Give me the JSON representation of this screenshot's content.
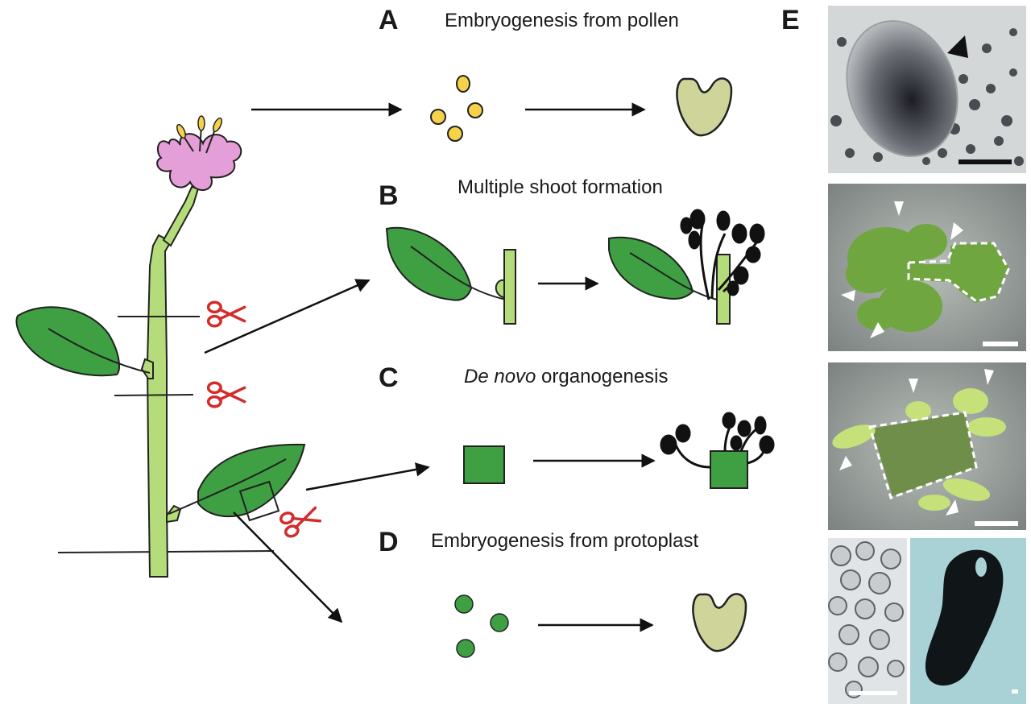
{
  "panels": {
    "A": {
      "letter": "A",
      "title": "Embryogenesis from pollen"
    },
    "B": {
      "letter": "B",
      "title": "Multiple shoot formation"
    },
    "C": {
      "letter": "C",
      "title_italic": "De novo",
      "title_rest": " organogenesis"
    },
    "D": {
      "letter": "D",
      "title": "Embryogenesis from protoplast"
    },
    "E": {
      "letter": "E"
    }
  },
  "colors": {
    "stem": "#b5dc7a",
    "leaf": "#3ea043",
    "petal": "#e59fd8",
    "pollen": "#f6d24a",
    "embryo": "#cfd59a",
    "scissors": "#d42b2b",
    "shoot": "#111111"
  },
  "icons": [
    "scissors-icon",
    "scissors-icon",
    "scissors-icon"
  ]
}
